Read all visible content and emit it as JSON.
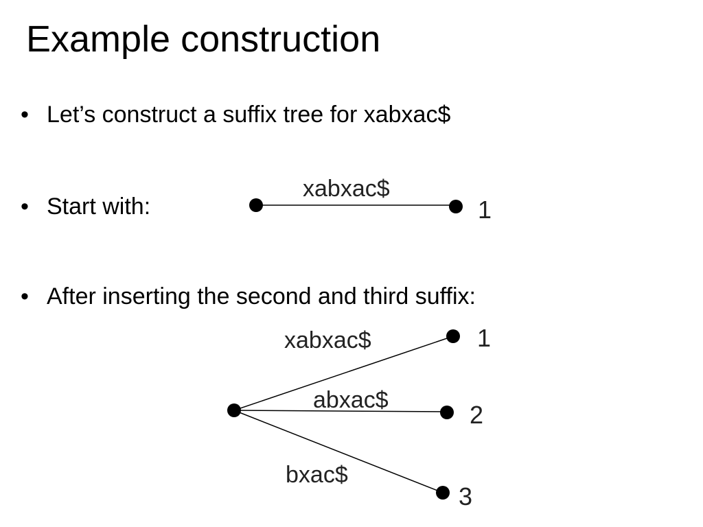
{
  "slide": {
    "title": "Example construction",
    "bullets": [
      {
        "marker": "•",
        "text": "Let’s construct a suffix tree for xabxac$"
      },
      {
        "marker": "•",
        "text": "Start with:"
      },
      {
        "marker": "•",
        "text": "After inserting the second and third suffix:"
      }
    ]
  },
  "tree_initial": {
    "edges": [
      {
        "label": "xabxac$",
        "leaf": "1"
      }
    ]
  },
  "tree_after": {
    "edges": [
      {
        "label": "xabxac$",
        "leaf": "1"
      },
      {
        "label": "abxac$",
        "leaf": "2"
      },
      {
        "label": "bxac$",
        "leaf": "3"
      }
    ]
  },
  "colors": {
    "text": "#000000",
    "lines": "#000000",
    "nodes": "#000000"
  }
}
